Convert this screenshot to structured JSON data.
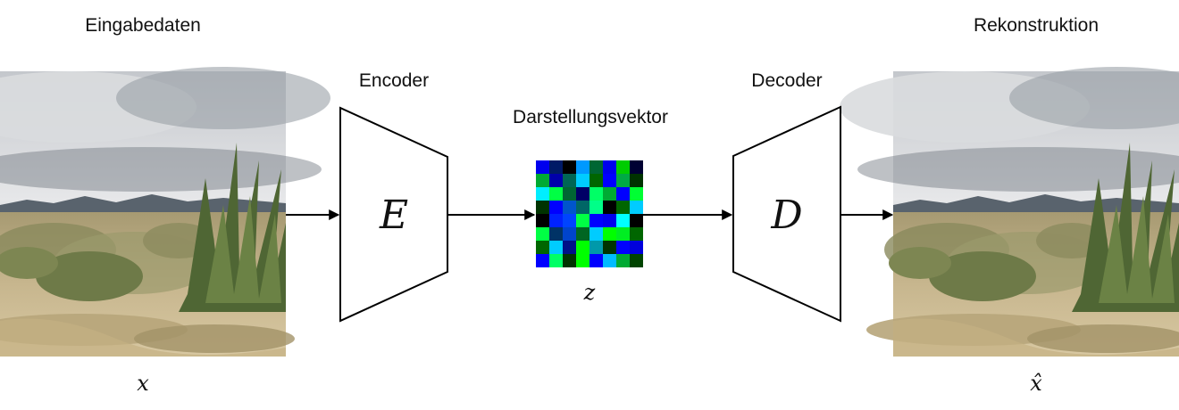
{
  "labels": {
    "input": "Eingabedaten",
    "reconstruction": "Rekonstruktion",
    "encoder": "Encoder",
    "decoder": "Decoder",
    "latent": "Darstellungsvektor"
  },
  "symbols": {
    "x": "x",
    "x_hat": "x̂",
    "E": "E",
    "D": "D",
    "z": "z"
  },
  "latent_grid": {
    "rows": 8,
    "cols": 8,
    "colors": [
      [
        "#0000ee",
        "#001a66",
        "#000000",
        "#0099ff",
        "#006633",
        "#0000ee",
        "#00cc00",
        "#000033"
      ],
      [
        "#00aa33",
        "#0000aa",
        "#006655",
        "#00ccff",
        "#006600",
        "#0000ff",
        "#00aa44",
        "#003300"
      ],
      [
        "#00eeff",
        "#00ff44",
        "#006633",
        "#000066",
        "#00ff66",
        "#00aa33",
        "#0000ff",
        "#00ff33"
      ],
      [
        "#003300",
        "#0000ff",
        "#0055cc",
        "#006666",
        "#00ff88",
        "#000000",
        "#006600",
        "#00ccff"
      ],
      [
        "#000000",
        "#0022ff",
        "#0044ff",
        "#00ff44",
        "#0000ff",
        "#0000ee",
        "#00ffff",
        "#000000"
      ],
      [
        "#00ff44",
        "#003366",
        "#0044cc",
        "#006622",
        "#00ccff",
        "#00ff00",
        "#00ee22",
        "#006600"
      ],
      [
        "#006600",
        "#00ccff",
        "#001188",
        "#00ff00",
        "#0099aa",
        "#003300",
        "#0000ff",
        "#0000dd"
      ],
      [
        "#0000ff",
        "#00ff66",
        "#003300",
        "#00ff00",
        "#0000ff",
        "#00bbff",
        "#00aa33",
        "#004400"
      ]
    ]
  },
  "colors": {
    "stroke": "#000000",
    "sky_top": "#b8bcc2",
    "cloud_dark": "#7a8088",
    "mountain": "#5a6570",
    "ground": "#c9b88f",
    "plant": "#5d6b3a"
  }
}
